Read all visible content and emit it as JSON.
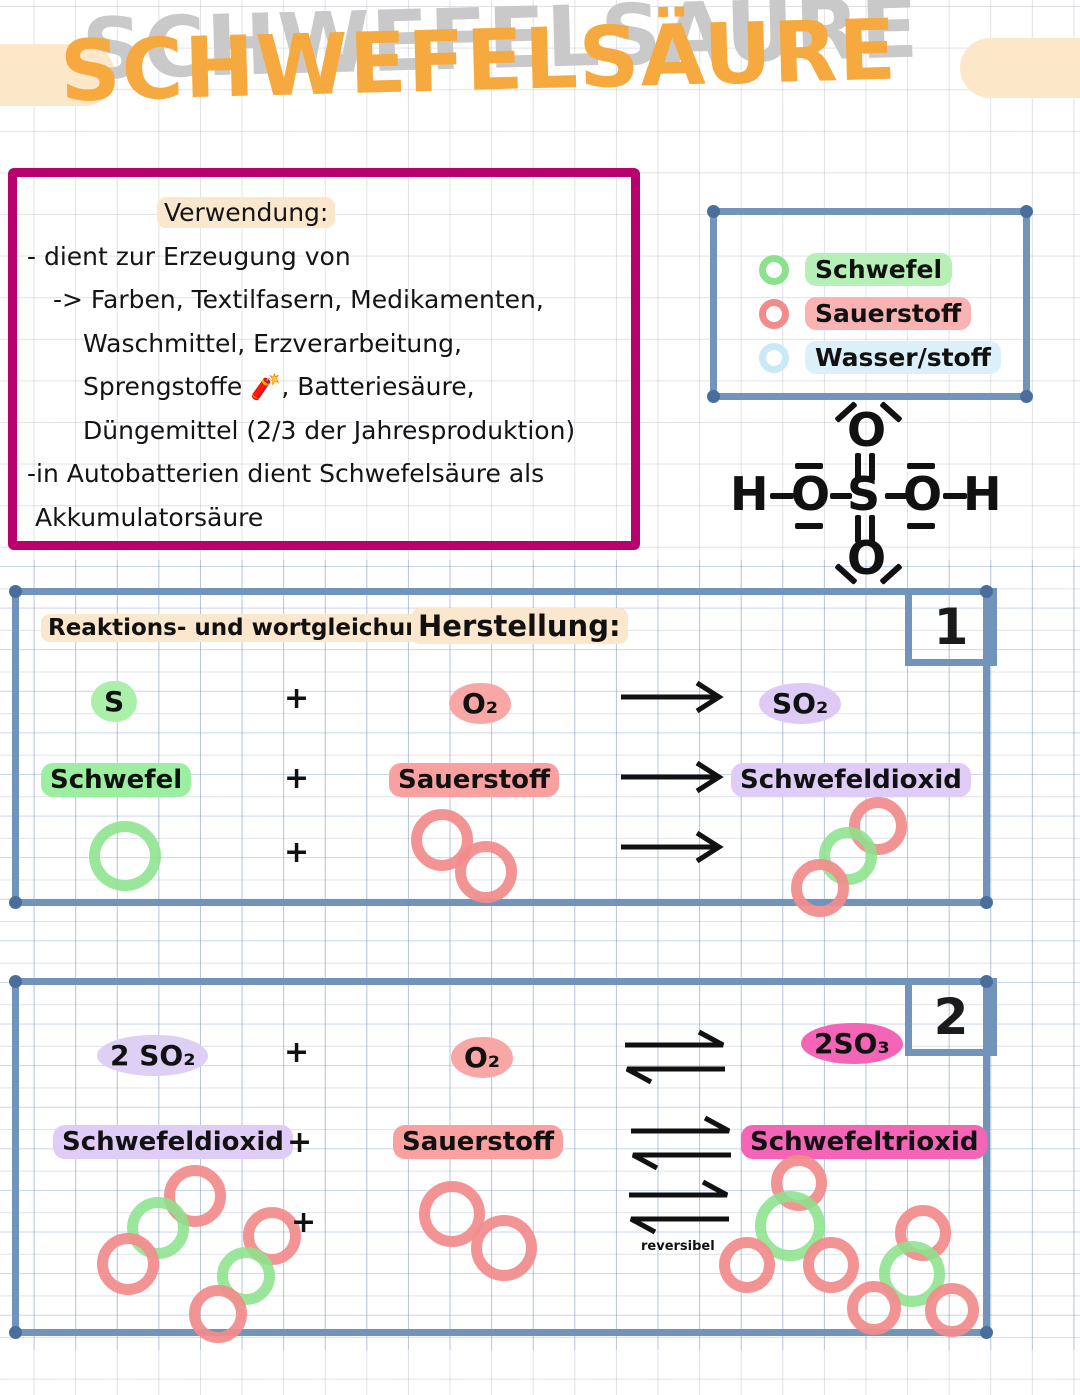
{
  "page": {
    "title": "SCHWEFELSÄURE",
    "background": "#ffffff",
    "colors": {
      "title_main": "#f6a93f",
      "title_shadow": "#c9c9c9",
      "cream_highlight": "#fce7c9",
      "magenta_border": "#b8006f",
      "blue_border": "#7294bb",
      "blue_dot": "#4a6e9c",
      "sulfur_green": "#8ce28c",
      "oxygen_red": "#f28c8c",
      "hydrogen_blue": "#c9e9f7",
      "violet_highlight": "#e4d4f7",
      "magenta_highlight": "#f465b8"
    }
  },
  "usage_box": {
    "heading": "Verwendung:",
    "lines": [
      "- dient zur Erzeugung von",
      "-> Farben, Textilfasern, Medikamenten,",
      "Waschmittel, Erzverarbeitung,",
      "Sprengstoffe 🧨,  Batteriesäure,",
      "Düngemittel (2/3 der Jahresproduktion)",
      "-in Autobatterien dient Schwefelsäure als",
      "Akkumulatorsäure"
    ]
  },
  "legend": {
    "items": [
      {
        "label": "Schwefel",
        "ring_color": "#8ce28c",
        "highlight": "#b6f0b6"
      },
      {
        "label": "Sauerstoff",
        "ring_color": "#f28c8c",
        "highlight": "#f9b3b3"
      },
      {
        "label": "Wasser/stoff",
        "ring_color": "#bfe6f5",
        "highlight": "#d9eff9"
      }
    ]
  },
  "lewis_structure": {
    "name": "H2SO4",
    "atoms": [
      "H",
      "O",
      "S",
      "O",
      "H",
      "O",
      "O"
    ],
    "center": "S",
    "left_chain": [
      "H",
      "O"
    ],
    "right_chain": [
      "O",
      "H"
    ],
    "double_bonded": [
      "O",
      "O"
    ]
  },
  "reaction_1": {
    "number": "1",
    "header_left": "Reaktions- und wortgleichung",
    "header_right": "Herstellung:",
    "symbol_row": {
      "reactant_a": "S",
      "plus": "+",
      "reactant_b": "O₂",
      "arrow": "⟶",
      "product": "SO₂"
    },
    "word_row": {
      "reactant_a": "Schwefel",
      "plus": "+",
      "reactant_b": "Sauerstoff",
      "arrow": "⟶",
      "product": "Schwefeldioxid"
    },
    "model_row": {
      "reactant_a_rings": 1,
      "plus": "+",
      "reactant_b_rings": 2,
      "arrow": "⟶",
      "product_rings": 3
    }
  },
  "reaction_2": {
    "number": "2",
    "symbol_row": {
      "reactant_a": "2 SO₂",
      "plus": "+",
      "reactant_b": "O₂",
      "arrow": "⇌",
      "product": "2SO₃"
    },
    "word_row": {
      "reactant_a": "Schwefeldioxid",
      "plus": "+",
      "reactant_b": "Sauerstoff",
      "arrow": "⇌",
      "product": "Schwefeltrioxid"
    },
    "model_row": {
      "plus": "+",
      "arrow": "⇌",
      "arrow_label": "reversibel"
    }
  }
}
